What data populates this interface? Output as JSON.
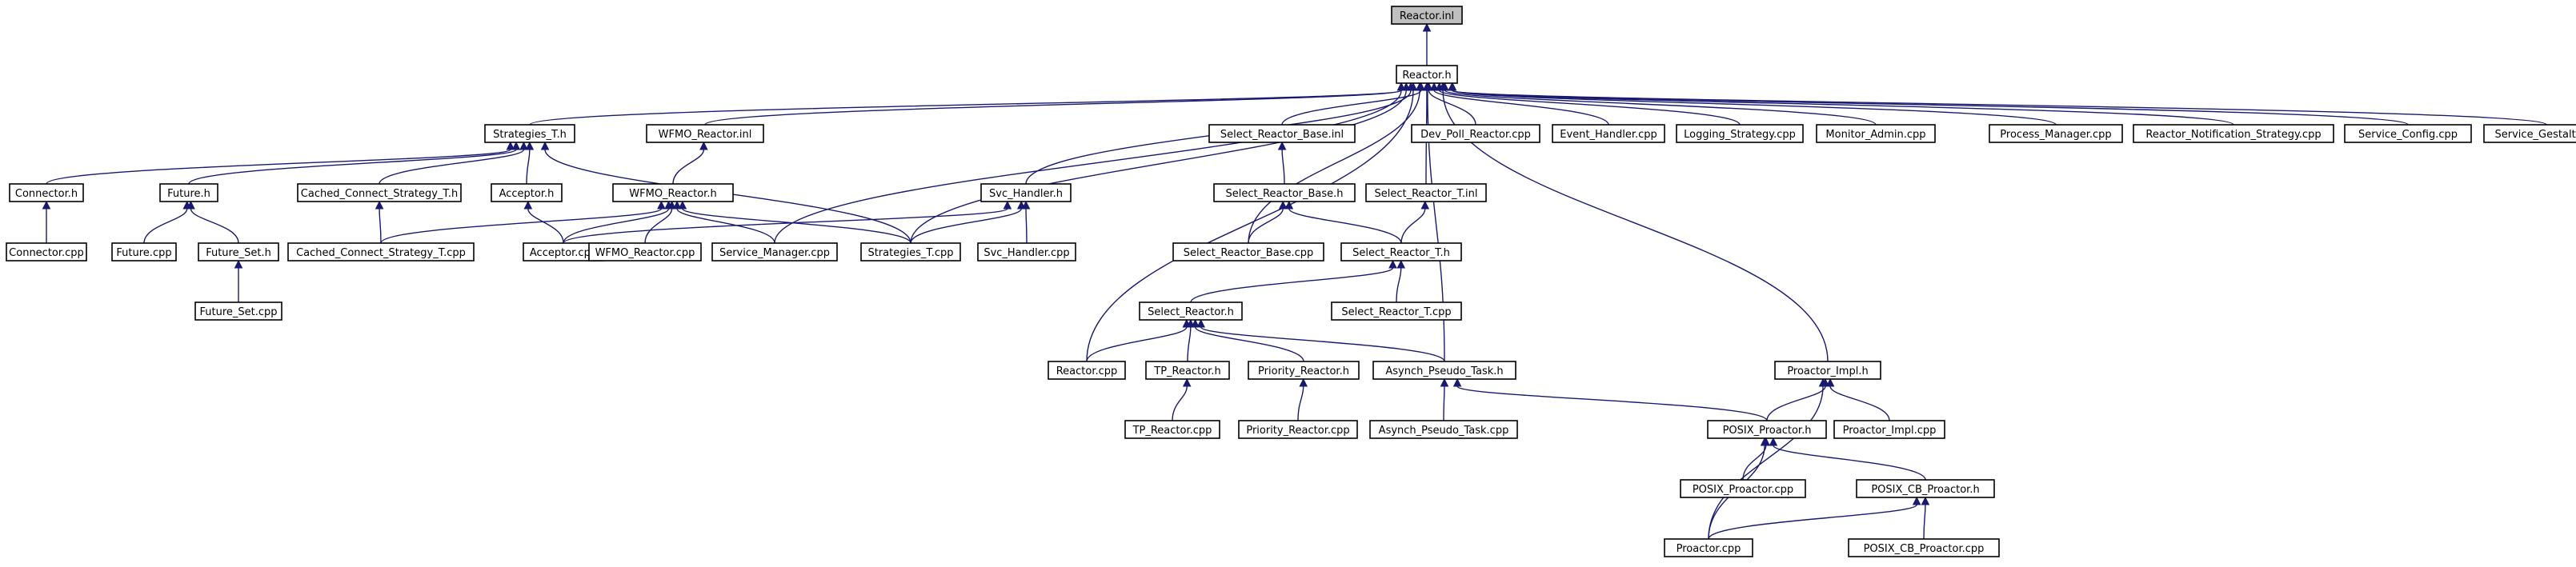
{
  "colors": {
    "edge": "#191970",
    "root_fill": "#bfbfbf",
    "node_fill": "#ffffff",
    "node_stroke": "#000000"
  },
  "nodes": [
    {
      "id": "reactor_inl",
      "label": "Reactor.inl",
      "root": true
    },
    {
      "id": "reactor_h",
      "label": "Reactor.h"
    },
    {
      "id": "strategies_t_h",
      "label": "Strategies_T.h"
    },
    {
      "id": "wfmo_reactor_inl",
      "label": "WFMO_Reactor.inl"
    },
    {
      "id": "select_reactor_base_inl",
      "label": "Select_Reactor_Base.inl"
    },
    {
      "id": "dev_poll_reactor_cpp",
      "label": "Dev_Poll_Reactor.cpp"
    },
    {
      "id": "event_handler_cpp",
      "label": "Event_Handler.cpp"
    },
    {
      "id": "logging_strategy_cpp",
      "label": "Logging_Strategy.cpp"
    },
    {
      "id": "monitor_admin_cpp",
      "label": "Monitor_Admin.cpp"
    },
    {
      "id": "process_manager_cpp",
      "label": "Process_Manager.cpp"
    },
    {
      "id": "reactor_notification_strategy_cpp",
      "label": "Reactor_Notification_Strategy.cpp"
    },
    {
      "id": "service_config_cpp",
      "label": "Service_Config.cpp"
    },
    {
      "id": "service_gestalt_cpp",
      "label": "Service_Gestalt.cpp"
    },
    {
      "id": "connector_h",
      "label": "Connector.h"
    },
    {
      "id": "future_h",
      "label": "Future.h"
    },
    {
      "id": "cached_connect_strategy_t_h",
      "label": "Cached_Connect_Strategy_T.h"
    },
    {
      "id": "acceptor_h",
      "label": "Acceptor.h"
    },
    {
      "id": "wfmo_reactor_h",
      "label": "WFMO_Reactor.h"
    },
    {
      "id": "svc_handler_h",
      "label": "Svc_Handler.h"
    },
    {
      "id": "select_reactor_base_h",
      "label": "Select_Reactor_Base.h"
    },
    {
      "id": "select_reactor_t_inl",
      "label": "Select_Reactor_T.inl"
    },
    {
      "id": "connector_cpp",
      "label": "Connector.cpp"
    },
    {
      "id": "future_cpp",
      "label": "Future.cpp"
    },
    {
      "id": "future_set_h",
      "label": "Future_Set.h"
    },
    {
      "id": "cached_connect_strategy_t_cpp",
      "label": "Cached_Connect_Strategy_T.cpp"
    },
    {
      "id": "acceptor_cpp",
      "label": "Acceptor.cpp"
    },
    {
      "id": "wfmo_reactor_cpp",
      "label": "WFMO_Reactor.cpp"
    },
    {
      "id": "service_manager_cpp",
      "label": "Service_Manager.cpp"
    },
    {
      "id": "strategies_t_cpp",
      "label": "Strategies_T.cpp"
    },
    {
      "id": "svc_handler_cpp",
      "label": "Svc_Handler.cpp"
    },
    {
      "id": "select_reactor_base_cpp",
      "label": "Select_Reactor_Base.cpp"
    },
    {
      "id": "select_reactor_t_h",
      "label": "Select_Reactor_T.h"
    },
    {
      "id": "future_set_cpp",
      "label": "Future_Set.cpp"
    },
    {
      "id": "select_reactor_h",
      "label": "Select_Reactor.h"
    },
    {
      "id": "select_reactor_t_cpp",
      "label": "Select_Reactor_T.cpp"
    },
    {
      "id": "reactor_cpp",
      "label": "Reactor.cpp"
    },
    {
      "id": "tp_reactor_h",
      "label": "TP_Reactor.h"
    },
    {
      "id": "priority_reactor_h",
      "label": "Priority_Reactor.h"
    },
    {
      "id": "asynch_pseudo_task_h",
      "label": "Asynch_Pseudo_Task.h"
    },
    {
      "id": "proactor_impl_h",
      "label": "Proactor_Impl.h"
    },
    {
      "id": "tp_reactor_cpp",
      "label": "TP_Reactor.cpp"
    },
    {
      "id": "priority_reactor_cpp",
      "label": "Priority_Reactor.cpp"
    },
    {
      "id": "asynch_pseudo_task_cpp",
      "label": "Asynch_Pseudo_Task.cpp"
    },
    {
      "id": "posix_proactor_h",
      "label": "POSIX_Proactor.h"
    },
    {
      "id": "proactor_impl_cpp",
      "label": "Proactor_Impl.cpp"
    },
    {
      "id": "posix_proactor_cpp",
      "label": "POSIX_Proactor.cpp"
    },
    {
      "id": "posix_cb_proactor_h",
      "label": "POSIX_CB_Proactor.h"
    },
    {
      "id": "proactor_cpp",
      "label": "Proactor.cpp"
    },
    {
      "id": "posix_cb_proactor_cpp",
      "label": "POSIX_CB_Proactor.cpp"
    }
  ],
  "edges": [
    [
      "reactor_h",
      "reactor_inl"
    ],
    [
      "strategies_t_h",
      "reactor_h"
    ],
    [
      "wfmo_reactor_inl",
      "reactor_h"
    ],
    [
      "select_reactor_base_inl",
      "reactor_h"
    ],
    [
      "dev_poll_reactor_cpp",
      "reactor_h"
    ],
    [
      "event_handler_cpp",
      "reactor_h"
    ],
    [
      "logging_strategy_cpp",
      "reactor_h"
    ],
    [
      "monitor_admin_cpp",
      "reactor_h"
    ],
    [
      "process_manager_cpp",
      "reactor_h"
    ],
    [
      "reactor_notification_strategy_cpp",
      "reactor_h"
    ],
    [
      "service_config_cpp",
      "reactor_h"
    ],
    [
      "service_gestalt_cpp",
      "reactor_h"
    ],
    [
      "svc_handler_h",
      "reactor_h"
    ],
    [
      "service_manager_cpp",
      "reactor_h"
    ],
    [
      "strategies_t_cpp",
      "reactor_h"
    ],
    [
      "reactor_cpp",
      "reactor_h"
    ],
    [
      "asynch_pseudo_task_h",
      "reactor_h"
    ],
    [
      "select_reactor_base_cpp",
      "reactor_h"
    ],
    [
      "select_reactor_t_inl",
      "reactor_h"
    ],
    [
      "proactor_impl_h",
      "reactor_h"
    ],
    [
      "connector_h",
      "strategies_t_h"
    ],
    [
      "future_h",
      "strategies_t_h"
    ],
    [
      "cached_connect_strategy_t_h",
      "strategies_t_h"
    ],
    [
      "acceptor_h",
      "strategies_t_h"
    ],
    [
      "strategies_t_cpp",
      "strategies_t_h"
    ],
    [
      "wfmo_reactor_h",
      "wfmo_reactor_inl"
    ],
    [
      "select_reactor_base_h",
      "select_reactor_base_inl"
    ],
    [
      "connector_cpp",
      "connector_h"
    ],
    [
      "future_cpp",
      "future_h"
    ],
    [
      "future_set_h",
      "future_h"
    ],
    [
      "cached_connect_strategy_t_cpp",
      "cached_connect_strategy_t_h"
    ],
    [
      "acceptor_cpp",
      "acceptor_h"
    ],
    [
      "cached_connect_strategy_t_cpp",
      "wfmo_reactor_h"
    ],
    [
      "acceptor_cpp",
      "wfmo_reactor_h"
    ],
    [
      "wfmo_reactor_cpp",
      "wfmo_reactor_h"
    ],
    [
      "service_manager_cpp",
      "wfmo_reactor_h"
    ],
    [
      "strategies_t_cpp",
      "wfmo_reactor_h"
    ],
    [
      "acceptor_cpp",
      "svc_handler_h"
    ],
    [
      "strategies_t_cpp",
      "svc_handler_h"
    ],
    [
      "svc_handler_cpp",
      "svc_handler_h"
    ],
    [
      "select_reactor_base_cpp",
      "select_reactor_base_h"
    ],
    [
      "select_reactor_t_h",
      "select_reactor_base_h"
    ],
    [
      "select_reactor_t_h",
      "select_reactor_t_inl"
    ],
    [
      "future_set_cpp",
      "future_set_h"
    ],
    [
      "select_reactor_h",
      "select_reactor_t_h"
    ],
    [
      "select_reactor_t_cpp",
      "select_reactor_t_h"
    ],
    [
      "reactor_cpp",
      "select_reactor_h"
    ],
    [
      "tp_reactor_h",
      "select_reactor_h"
    ],
    [
      "priority_reactor_h",
      "select_reactor_h"
    ],
    [
      "asynch_pseudo_task_h",
      "select_reactor_h"
    ],
    [
      "tp_reactor_cpp",
      "tp_reactor_h"
    ],
    [
      "priority_reactor_cpp",
      "priority_reactor_h"
    ],
    [
      "asynch_pseudo_task_cpp",
      "asynch_pseudo_task_h"
    ],
    [
      "posix_proactor_h",
      "asynch_pseudo_task_h"
    ],
    [
      "posix_proactor_h",
      "proactor_impl_h"
    ],
    [
      "proactor_impl_cpp",
      "proactor_impl_h"
    ],
    [
      "proactor_cpp",
      "proactor_impl_h"
    ],
    [
      "posix_proactor_cpp",
      "posix_proactor_h"
    ],
    [
      "posix_cb_proactor_h",
      "posix_proactor_h"
    ],
    [
      "proactor_cpp",
      "posix_proactor_h"
    ],
    [
      "proactor_cpp",
      "posix_cb_proactor_h"
    ],
    [
      "posix_cb_proactor_cpp",
      "posix_cb_proactor_h"
    ]
  ]
}
